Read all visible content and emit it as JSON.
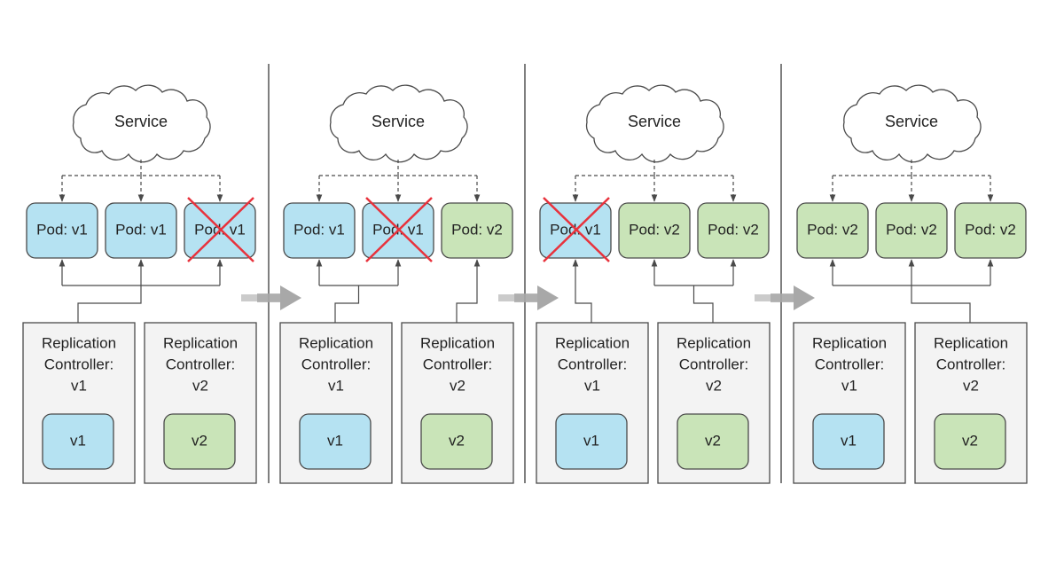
{
  "colors": {
    "v1_fill": "#b5e2f2",
    "v2_fill": "#c9e4b8",
    "box_fill": "#f3f3f3",
    "stroke": "#4a4a4a",
    "cross": "#e8323c",
    "arrow_gray": "#a8a8a8",
    "divider": "#555555"
  },
  "stages": [
    {
      "service_label": "Service",
      "pods": [
        {
          "label": "Pod: v1",
          "version": "v1",
          "deleted": false
        },
        {
          "label": "Pod: v1",
          "version": "v1",
          "deleted": false
        },
        {
          "label": "Pod: v1",
          "version": "v1",
          "deleted": true
        }
      ],
      "controllers": [
        {
          "title_lines": [
            "Replication",
            "Controller:",
            "v1"
          ],
          "template_label": "v1",
          "version": "v1"
        },
        {
          "title_lines": [
            "Replication",
            "Controller:",
            "v2"
          ],
          "template_label": "v2",
          "version": "v2"
        }
      ]
    },
    {
      "service_label": "Service",
      "pods": [
        {
          "label": "Pod: v1",
          "version": "v1",
          "deleted": false
        },
        {
          "label": "Pod: v1",
          "version": "v1",
          "deleted": true
        },
        {
          "label": "Pod: v2",
          "version": "v2",
          "deleted": false
        }
      ],
      "controllers": [
        {
          "title_lines": [
            "Replication",
            "Controller:",
            "v1"
          ],
          "template_label": "v1",
          "version": "v1"
        },
        {
          "title_lines": [
            "Replication",
            "Controller:",
            "v2"
          ],
          "template_label": "v2",
          "version": "v2"
        }
      ]
    },
    {
      "service_label": "Service",
      "pods": [
        {
          "label": "Pod: v1",
          "version": "v1",
          "deleted": true
        },
        {
          "label": "Pod: v2",
          "version": "v2",
          "deleted": false
        },
        {
          "label": "Pod: v2",
          "version": "v2",
          "deleted": false
        }
      ],
      "controllers": [
        {
          "title_lines": [
            "Replication",
            "Controller:",
            "v1"
          ],
          "template_label": "v1",
          "version": "v1"
        },
        {
          "title_lines": [
            "Replication",
            "Controller:",
            "v2"
          ],
          "template_label": "v2",
          "version": "v2"
        }
      ]
    },
    {
      "service_label": "Service",
      "pods": [
        {
          "label": "Pod: v2",
          "version": "v2",
          "deleted": false
        },
        {
          "label": "Pod: v2",
          "version": "v2",
          "deleted": false
        },
        {
          "label": "Pod: v2",
          "version": "v2",
          "deleted": false
        }
      ],
      "controllers": [
        {
          "title_lines": [
            "Replication",
            "Controller:",
            "v1"
          ],
          "template_label": "v1",
          "version": "v1"
        },
        {
          "title_lines": [
            "Replication",
            "Controller:",
            "v2"
          ],
          "template_label": "v2",
          "version": "v2"
        }
      ]
    }
  ]
}
